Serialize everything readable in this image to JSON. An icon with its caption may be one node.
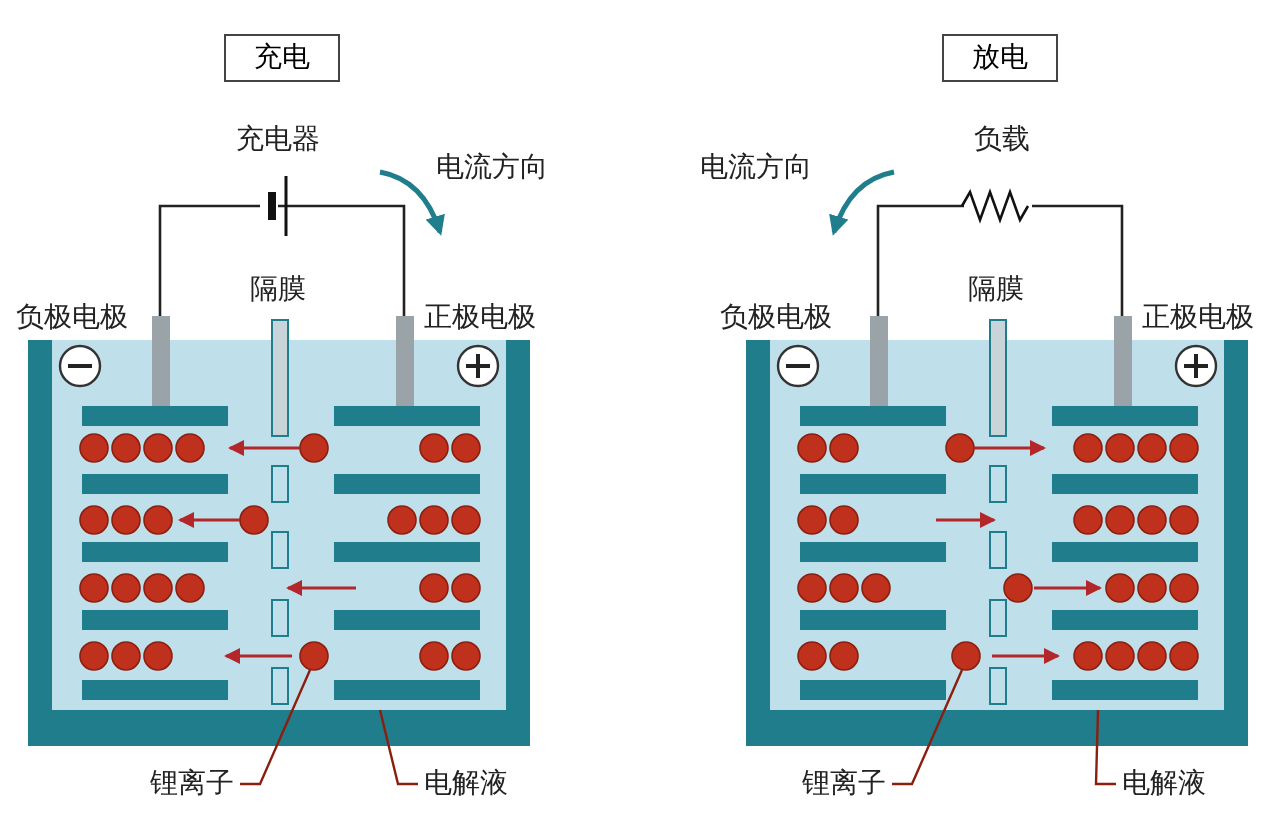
{
  "diagram": {
    "nodes": [
      {
        "text": [
          "充电"
        ]
      },
      {
        "text": [
          "放电"
        ]
      },
      {
        "text": [],
        "shape": "circle",
        "in": 3
      },
      {
        "text": [],
        "shape": "box"
      },
      {
        "text": [],
        "shape": "circle",
        "in": 5
      },
      {
        "text": [],
        "shape": "box"
      },
      {
        "text": [
          "锂离子"
        ]
      },
      {
        "text": [
          "电解液"
        ]
      },
      {
        "text": [
          "锂离子"
        ]
      },
      {
        "text": [
          "电解液"
        ]
      }
    ],
    "edges": [
      {
        "from": 6,
        "to": 2,
        "arrow": "none"
      },
      {
        "from": 7,
        "to": 3,
        "arrow": "none"
      },
      {
        "from": 8,
        "to": 4,
        "arrow": "none"
      },
      {
        "from": 9,
        "to": 5,
        "arrow": "none"
      }
    ],
    "labels": [
      "充电器",
      "负载",
      "电流方向",
      "电流方向",
      "隔膜",
      "隔膜",
      "负极电极",
      "正极电极",
      "负极电极",
      "正极电极"
    ]
  }
}
